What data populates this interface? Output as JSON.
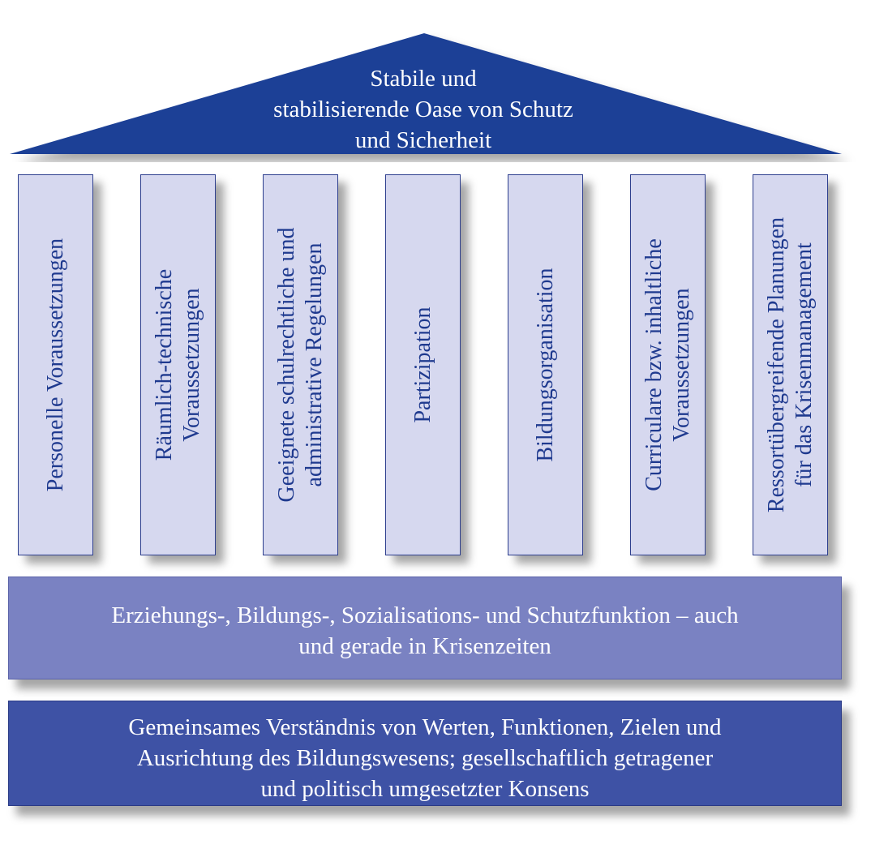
{
  "roof": {
    "lines": [
      "Stabile und",
      "stabilisierende Oase von Schutz",
      "und Sicherheit"
    ],
    "color": "#1b3f96"
  },
  "pillars": [
    {
      "lines": [
        "Personelle Voraussetzungen"
      ]
    },
    {
      "lines": [
        "Räumlich-technische",
        "Voraussetzungen"
      ]
    },
    {
      "lines": [
        "Geeignete schulrechtliche und",
        "administrative Regelungen"
      ]
    },
    {
      "lines": [
        "Partizipation"
      ]
    },
    {
      "lines": [
        "Bildungsorganisation"
      ]
    },
    {
      "lines": [
        "Curriculare bzw. inhaltliche",
        "Voraussetzungen"
      ]
    },
    {
      "lines": [
        "Ressortübergreifende Planungen",
        "für das Krisenmanagement"
      ]
    }
  ],
  "function_band": {
    "lines": [
      "Erziehungs-, Bildungs-, Sozialisations- und Schutzfunktion – auch",
      "und gerade in Krisenzeiten"
    ],
    "color": "#7a82c2"
  },
  "consensus_band": {
    "lines": [
      "Gemeinsames Verständnis von Werten, Funktionen, Zielen und",
      "Ausrichtung des Bildungswesens; gesellschaftlich getragener",
      "und politisch umgesetzter Konsens"
    ],
    "color": "#3e52a5"
  },
  "colors": {
    "pillar_fill": "#d6d8ef",
    "pillar_text": "#1f3a8f"
  }
}
